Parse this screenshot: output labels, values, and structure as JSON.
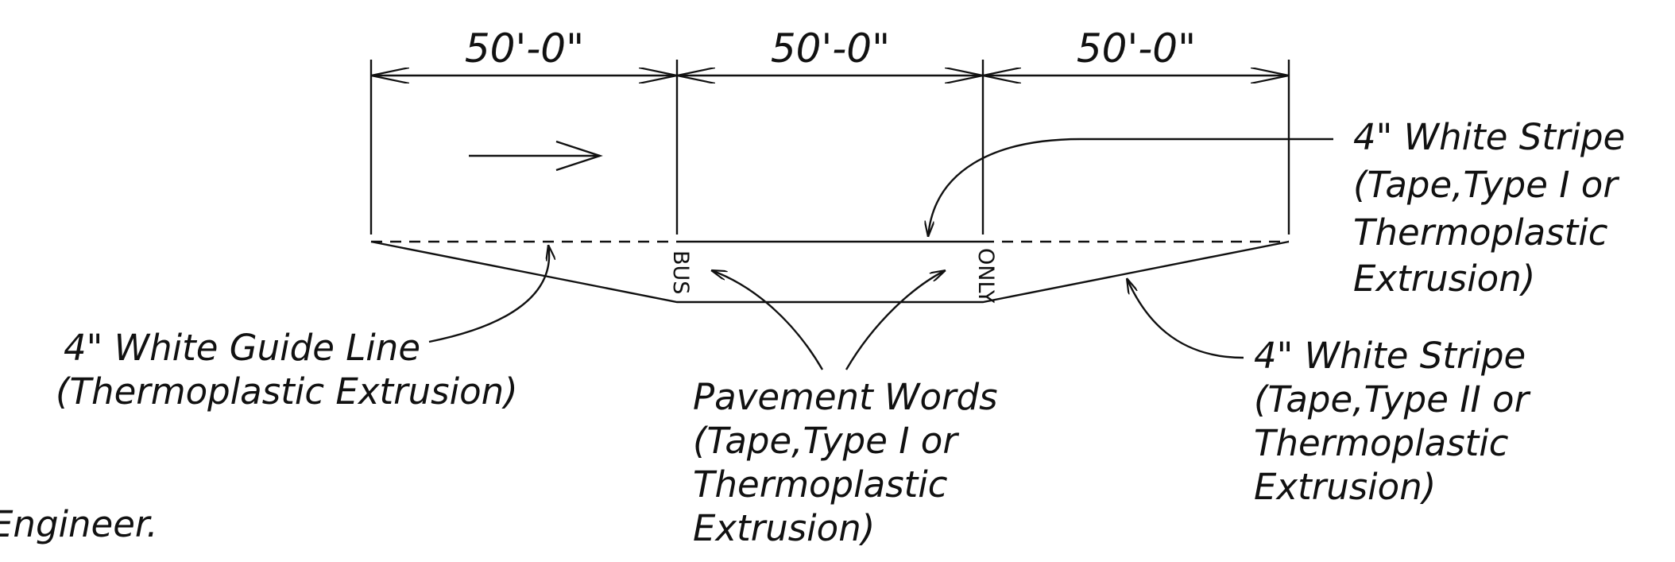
{
  "dimensions": [
    "50'-0\"",
    "50'-0\"",
    "50'-0\""
  ],
  "callouts": {
    "guide_line": [
      "4\" White Guide Line",
      "(Thermoplastic Extrusion)"
    ],
    "pavement_words": [
      "Pavement Words",
      "(Tape,Type I or",
      "Thermoplastic",
      "Extrusion)"
    ],
    "stripe_top": [
      "4\" White Stripe",
      "(Tape,Type I or",
      "Thermoplastic",
      "Extrusion)"
    ],
    "stripe_bottom": [
      "4\" White Stripe",
      "(Tape,Type II or",
      "Thermoplastic",
      "Extrusion)"
    ]
  },
  "pavement_text": {
    "left": "BUS",
    "right": "ONLY"
  },
  "footnote_fragment": "Engineer."
}
